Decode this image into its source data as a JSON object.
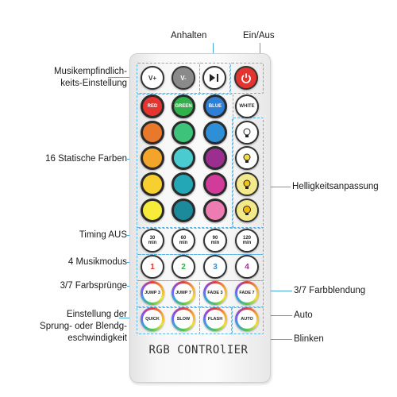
{
  "callouts": {
    "anhalten": "Anhalten",
    "ein_aus": "Ein/Aus",
    "musik_line1": "Musikempfindlich-",
    "musik_line2": "keits-Einstellung",
    "statische": "16 Statische Farben",
    "helligkeit": "Helligkeitsanpassung",
    "timing": "Timing AUS",
    "musikmodus": "4 Musikmodus",
    "farbspruenge": "3/7 Farbsprünge",
    "farbblendung": "3/7 Farbblendung",
    "auto": "Auto",
    "einstellung_line1": "Einstellung der",
    "einstellung_line2": "Sprung- oder Blendg-",
    "einstellung_line3": "eschwindigkeit",
    "blinken": "Blinken"
  },
  "buttons": {
    "v_plus": "V+",
    "v_minus": "V-",
    "red": "RED",
    "green": "GREEN",
    "blue": "BLUE",
    "white": "WHITE",
    "t30_num": "30",
    "t30_unit": "min",
    "t60_num": "60",
    "t60_unit": "min",
    "t90_num": "90",
    "t90_unit": "min",
    "t120_num": "120",
    "t120_unit": "min",
    "m1": "1",
    "m2": "2",
    "m3": "3",
    "m4": "4",
    "jump3": "JUMP 3",
    "jump7": "JUMP 7",
    "fade3": "FADE 3",
    "fade7": "FADE 7",
    "quick": "QUICK",
    "slow": "SLOW",
    "flash": "FLASH",
    "auto": "AUTO"
  },
  "remote_label": "RGB CONTROlIER",
  "colors": {
    "accent_lines": "#4aa7dc",
    "power": "#e3342f",
    "grid": [
      [
        "#e8782a",
        "#3ec47a",
        "#2f8fd6"
      ],
      [
        "#f2a52a",
        "#49cbcf",
        "#9b2f8f"
      ],
      [
        "#f7cf2e",
        "#23a7b6",
        "#d13b9a"
      ],
      [
        "#f7ec3a",
        "#1c8a9a",
        "#ec7cb2"
      ]
    ]
  }
}
